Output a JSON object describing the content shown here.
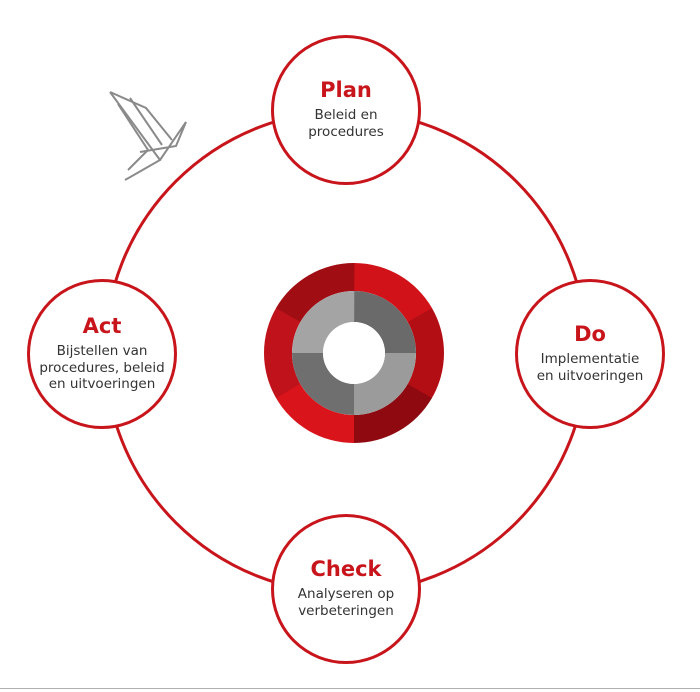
{
  "colors": {
    "accent": "#c8151b",
    "ring_reds": [
      "#d11219",
      "#b30e14",
      "#8e0a10",
      "#d9141b",
      "#c0121a",
      "#a00d12"
    ],
    "inner_greys": [
      "#6a6a6a",
      "#9b9b9b",
      "#6f6f6f",
      "#a4a4a4"
    ],
    "logo": "#8a8a8a"
  },
  "logo_icon": "paper-boat-icon",
  "steps": [
    {
      "title": "Plan",
      "description": "Beleid en\nprocedures"
    },
    {
      "title": "Do",
      "description": "Implementatie\nen uitvoeringen"
    },
    {
      "title": "Check",
      "description": "Analyseren op\nverbeteringen"
    },
    {
      "title": "Act",
      "description": "Bijstellen van\nprocedures, beleid\nen uitvoeringen"
    }
  ]
}
